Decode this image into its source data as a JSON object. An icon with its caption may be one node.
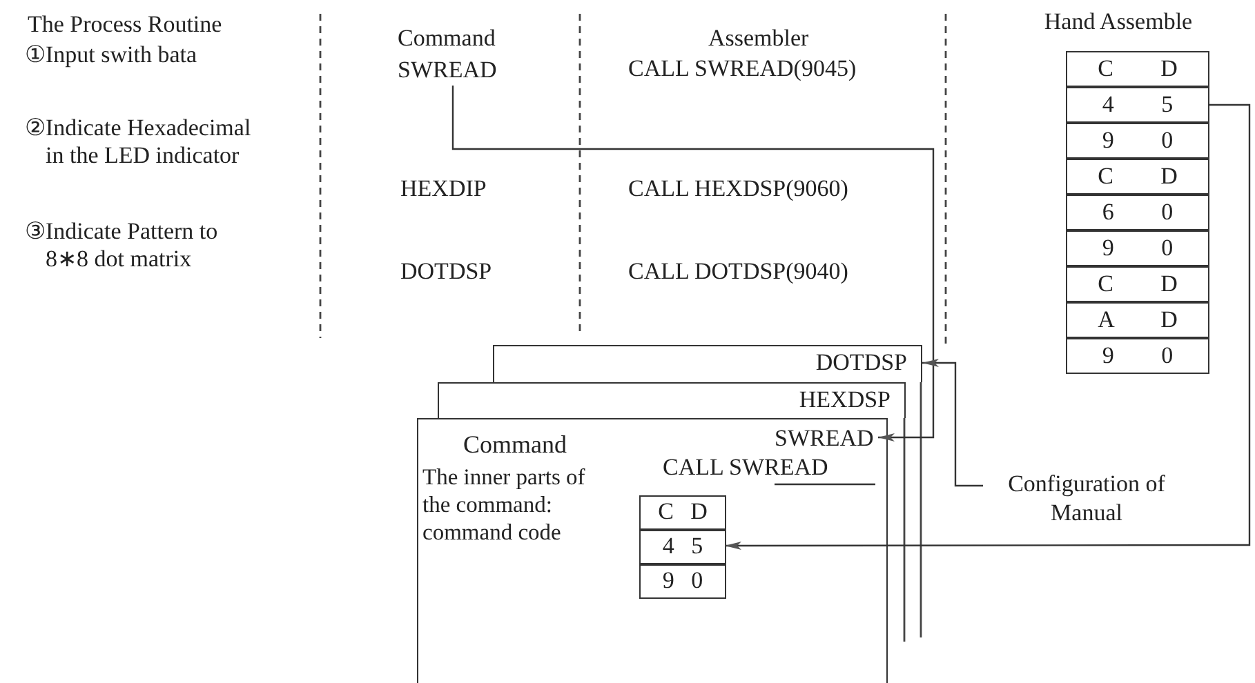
{
  "diagram": {
    "nodes": [
      {
        "text": [
          "SWREAD"
        ]
      },
      {
        "text": [
          "DOTDSP"
        ]
      },
      {
        "text": [
          "HEXDSP"
        ]
      },
      {
        "text": [
          "Command",
          "The inner parts of the command: command code"
        ]
      },
      {
        "text": [
          "SWREAD"
        ],
        "in": 3
      },
      {
        "text": [
          "C D"
        ],
        "in": 3
      },
      {
        "text": [
          "4 5"
        ],
        "in": 3
      },
      {
        "text": [
          "9 0"
        ],
        "in": 3
      },
      {
        "text": [
          "Hand Assemble"
        ]
      },
      {
        "text": [
          "C D"
        ],
        "in": 8
      },
      {
        "text": [
          "4 5"
        ],
        "in": 8
      },
      {
        "text": [
          "9 0"
        ],
        "in": 8
      },
      {
        "text": [
          "C D"
        ],
        "in": 8
      },
      {
        "text": [
          "6 0"
        ],
        "in": 8
      },
      {
        "text": [
          "9 0"
        ],
        "in": 8
      },
      {
        "text": [
          "C D"
        ],
        "in": 8
      },
      {
        "text": [
          "A D"
        ],
        "in": 8
      },
      {
        "text": [
          "9 0"
        ],
        "in": 8
      },
      {
        "text": [
          "Configuration of Manual"
        ]
      }
    ],
    "edges": [
      {
        "from": 0,
        "to": 4,
        "arrow": "to"
      },
      {
        "from": 10,
        "to": 6,
        "arrow": "to"
      },
      {
        "from": 18,
        "to": 1,
        "arrow": "to"
      }
    ],
    "labels": [
      "The Process Routine",
      "①Input swith bata",
      "②Indicate Hexadecimal in the LED indicator",
      "③Indicate Pattern to 8∗8 dot matrix",
      "Command",
      "Assembler",
      "CALL SWREAD(9045)",
      "HEXDIP",
      "CALL HEXDSP(9060)",
      "DOTDSP",
      "CALL DOTDSP(9040)",
      "CALL SWREAD"
    ]
  }
}
